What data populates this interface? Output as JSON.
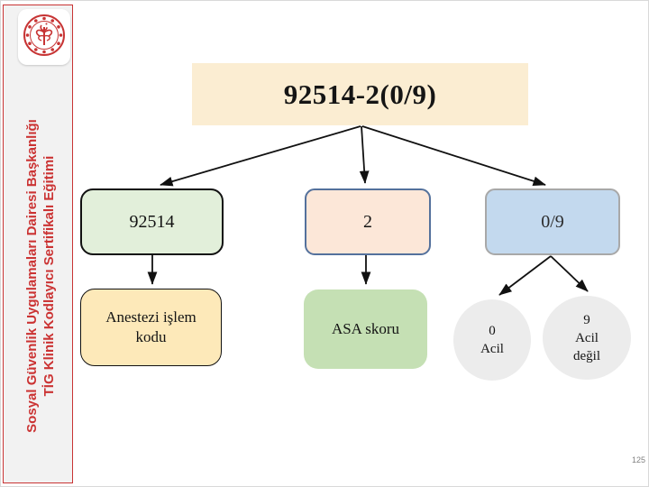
{
  "slide": {
    "page_number": "125"
  },
  "sidebar": {
    "logo_icon": "ministry-of-health-emblem",
    "text_lines": [
      "Sosyal Güvenlik Uygulamaları Dairesi Başkanlığı",
      "TİG Klinik Kodlayıcı Sertifikalı Eğitimi"
    ],
    "text_color": "#cb3333",
    "border_color": "#c93434",
    "background": "#f2f2f2"
  },
  "diagram": {
    "title": "92514-2(0/9)",
    "title_background": "#fbedd2",
    "nodes": {
      "code": {
        "label": "92514",
        "background": "#e2efda",
        "border": "#111111"
      },
      "suffix": {
        "label": "2",
        "background": "#fce7d8",
        "border": "#54719c"
      },
      "flag": {
        "label": "0/9",
        "background": "#c3d9ee",
        "border": "#a8a8a8"
      },
      "code_desc": {
        "label": "Anestezi işlem\nkodu",
        "background": "#fde9b9",
        "border": "#111111"
      },
      "suffix_desc": {
        "label": "ASA skoru",
        "background": "#c5e0b4",
        "border": "none"
      },
      "flag_0": {
        "label": "0\nAcil",
        "background": "#ececec",
        "border": "none"
      },
      "flag_9": {
        "label": "9\nAcil\ndeğil",
        "background": "#ececec",
        "border": "none"
      }
    },
    "edges": [
      {
        "from": "title",
        "to": "code"
      },
      {
        "from": "title",
        "to": "suffix"
      },
      {
        "from": "title",
        "to": "flag"
      },
      {
        "from": "code",
        "to": "code_desc"
      },
      {
        "from": "suffix",
        "to": "suffix_desc"
      },
      {
        "from": "flag",
        "to": "flag_0"
      },
      {
        "from": "flag",
        "to": "flag_9"
      }
    ]
  }
}
